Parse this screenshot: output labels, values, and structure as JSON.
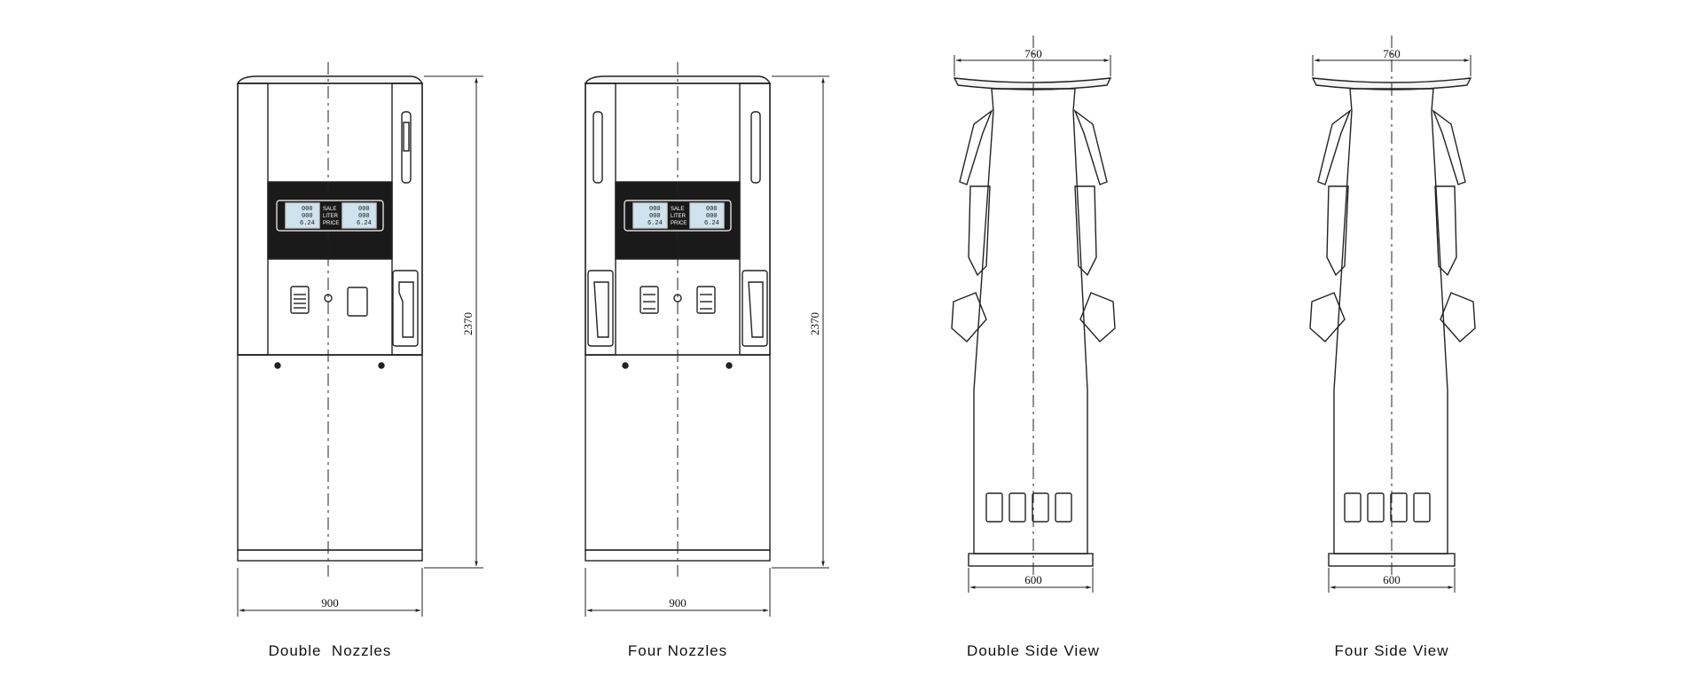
{
  "views": [
    {
      "caption": "Double  Nozzles",
      "width_dim": "900",
      "height_dim": "2370"
    },
    {
      "caption": "Four Nozzles",
      "width_dim": "900",
      "height_dim": "2370"
    },
    {
      "caption": "Double Side View",
      "top_dim": "760",
      "bottom_dim": "600"
    },
    {
      "caption": "Four Side View",
      "top_dim": "760",
      "bottom_dim": "600"
    }
  ],
  "display": {
    "labels": [
      "SALE",
      "LITER",
      "PRICE"
    ],
    "readout_left": [
      "000",
      "000",
      "6.24"
    ],
    "readout_right": [
      "000",
      "000",
      "6.24"
    ]
  },
  "colors": {
    "line": "#222222",
    "display_panel": "#1a1a1a",
    "screen": "#cfe3ef"
  }
}
